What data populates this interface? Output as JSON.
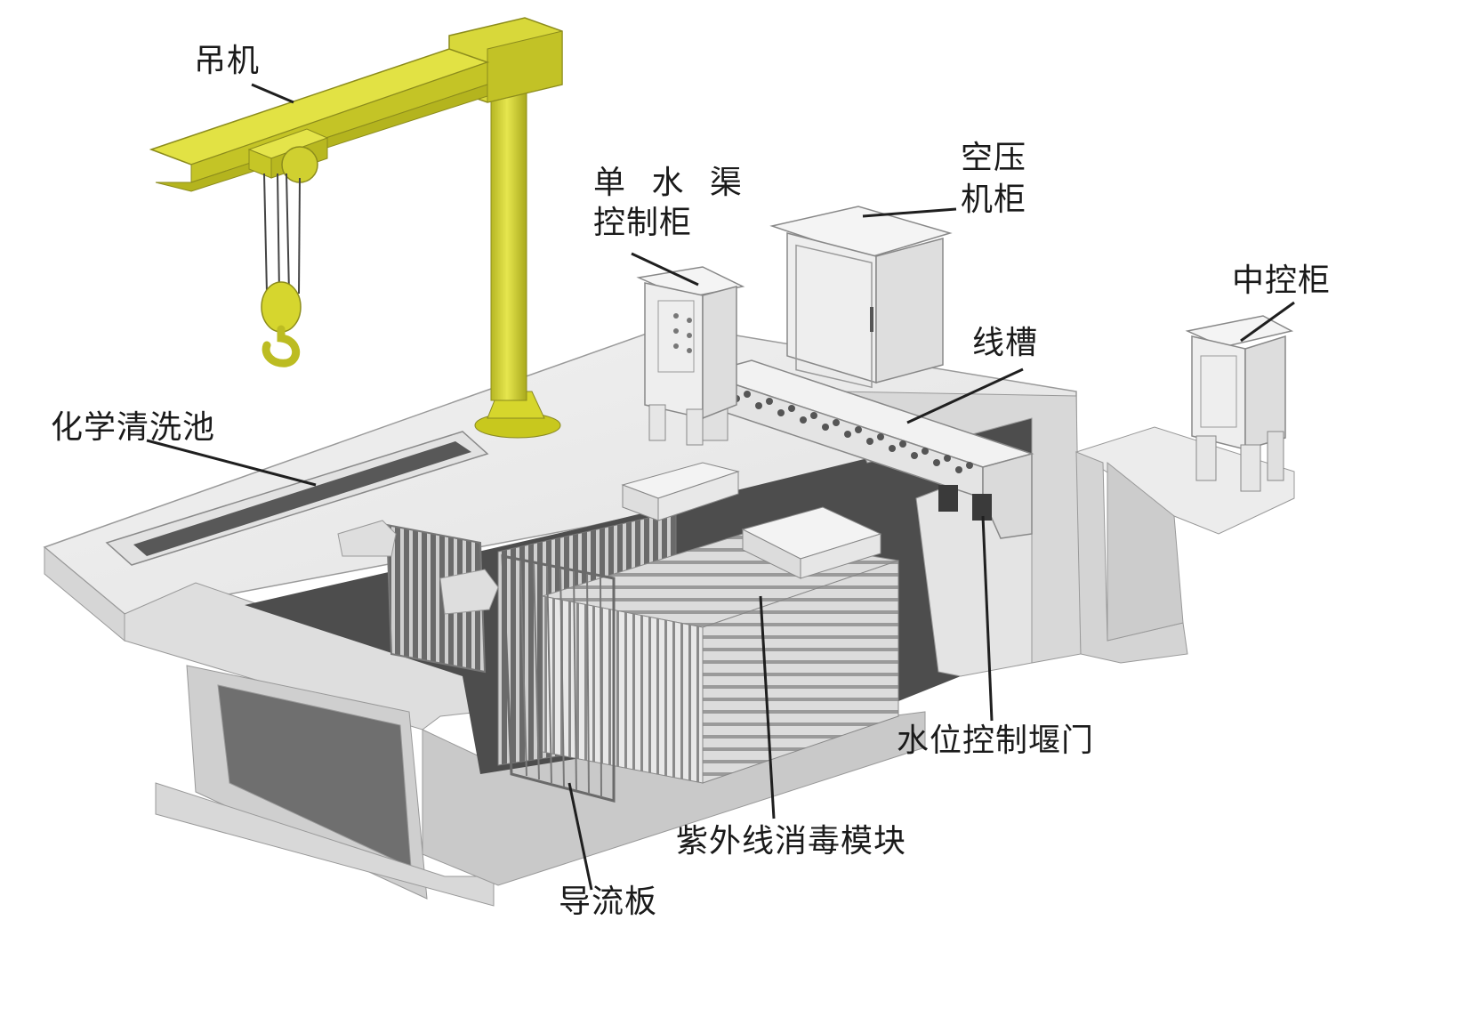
{
  "labels": {
    "crane": "吊机",
    "single_channel_cabinet_line1": "单 水 渠",
    "single_channel_cabinet_line2": "控制柜",
    "air_compressor_cabinet_line1": "空压",
    "air_compressor_cabinet_line2": "机柜",
    "central_control_cabinet": "中控柜",
    "cable_trough": "线槽",
    "chemical_cleaning_tank": "化学清洗池",
    "water_level_weir_gate": "水位控制堰门",
    "uv_disinfection_module": "紫外线消毒模块",
    "deflector_plate": "导流板"
  },
  "colors": {
    "crane": "#dada3c",
    "concrete_top": "#ececec",
    "concrete_side": "#d4d4d4",
    "channel_dark": "#4a4a4a",
    "cabinet": "#f1f1f1",
    "leader_line": "#1f1f1f"
  }
}
